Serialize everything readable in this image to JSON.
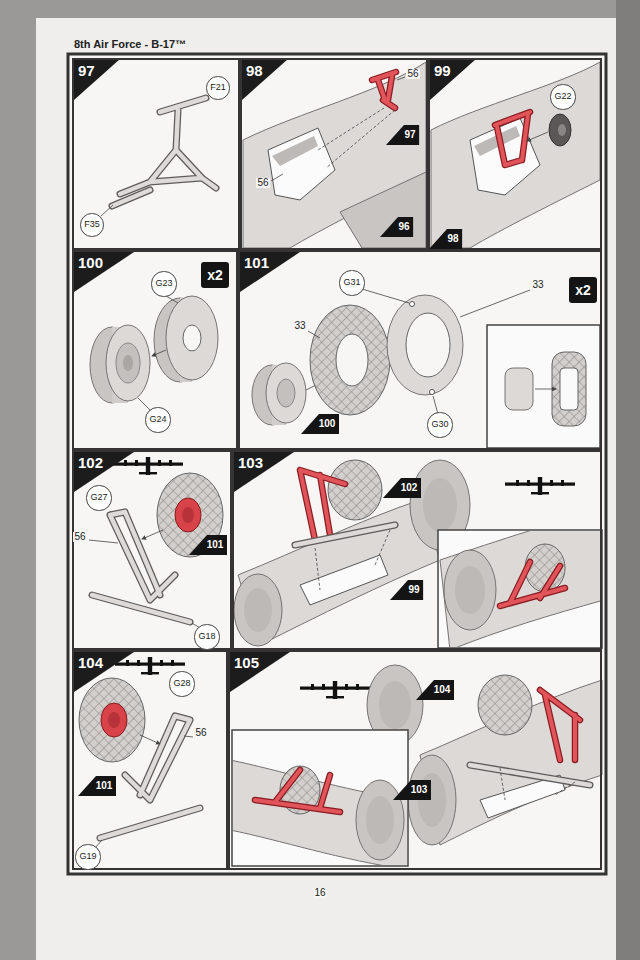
{
  "diagram": {
    "title": "8th Air Force - B-17™",
    "nodes": [
      {
        "text": [
          "97"
        ]
      },
      {
        "text": [
          "F21"
        ],
        "in": 0
      },
      {
        "text": [
          "F35"
        ],
        "in": 0
      },
      {
        "text": [
          "98"
        ]
      },
      {
        "text": [
          "97"
        ],
        "in": 3
      },
      {
        "text": [
          "96"
        ],
        "in": 3
      },
      {
        "text": [
          "99"
        ]
      },
      {
        "text": [
          "G22"
        ],
        "in": 6
      },
      {
        "text": [
          "98"
        ],
        "in": 6
      },
      {
        "text": [
          "100"
        ]
      },
      {
        "text": [
          "G23"
        ],
        "in": 9
      },
      {
        "text": [
          "x2"
        ],
        "in": 9
      },
      {
        "text": [
          "G24"
        ],
        "in": 9
      },
      {
        "text": [
          "101"
        ]
      },
      {
        "text": [
          "G31"
        ],
        "in": 13
      },
      {
        "text": [
          "x2"
        ],
        "in": 13
      },
      {
        "text": [
          "100"
        ],
        "in": 13
      },
      {
        "text": [
          "G30"
        ],
        "in": 13
      },
      {
        "text": [
          "102"
        ]
      },
      {
        "text": [
          "G27"
        ],
        "in": 18
      },
      {
        "text": [
          "101"
        ],
        "in": 18
      },
      {
        "text": [
          "G18"
        ],
        "in": 18
      },
      {
        "text": [
          "103"
        ]
      },
      {
        "text": [
          "102"
        ],
        "in": 22
      },
      {
        "text": [
          "99"
        ],
        "in": 22
      },
      {
        "text": [
          "104"
        ]
      },
      {
        "text": [
          "G28"
        ],
        "in": 25
      },
      {
        "text": [
          "101"
        ],
        "in": 25
      },
      {
        "text": [
          "G19"
        ],
        "in": 25
      },
      {
        "text": [
          "105"
        ]
      },
      {
        "text": [
          "104"
        ],
        "in": 29
      },
      {
        "text": [
          "103"
        ],
        "in": 29
      }
    ],
    "labels": [
      "56",
      "56",
      "33",
      "33",
      "56",
      "56",
      "16"
    ]
  }
}
